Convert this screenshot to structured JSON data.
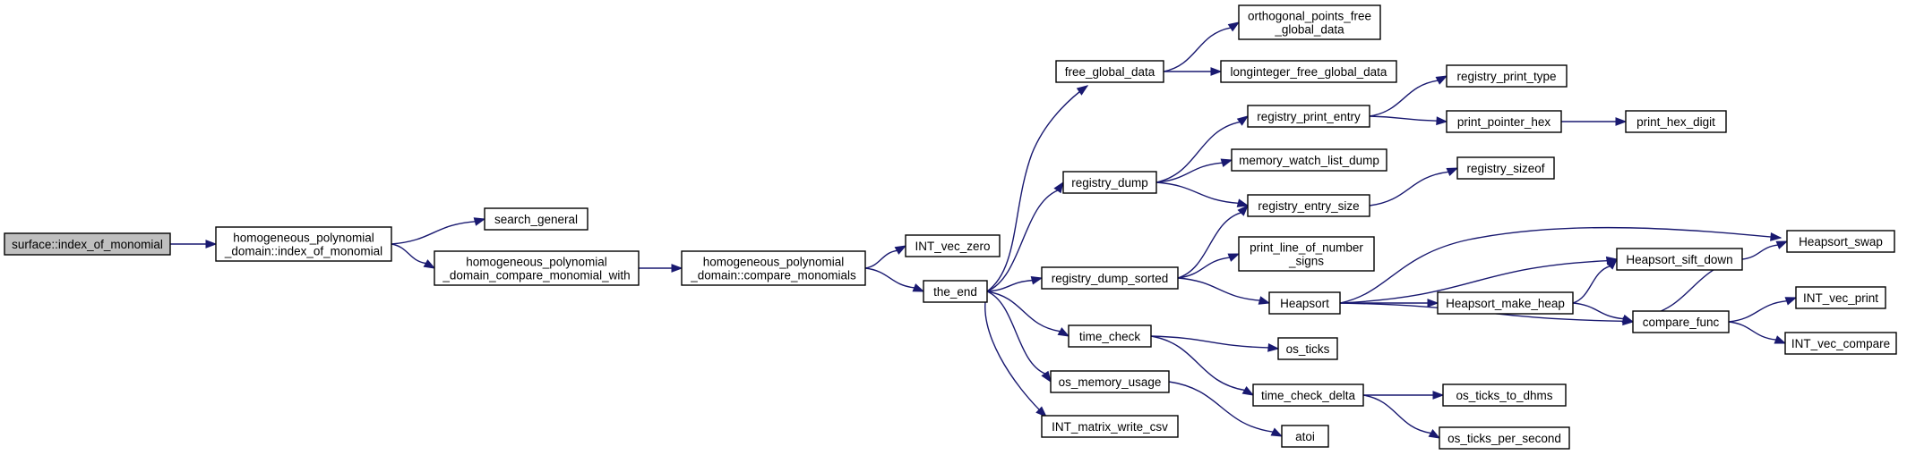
{
  "graph": {
    "nodes": [
      {
        "id": "surface_index",
        "lines": [
          "surface::index_of_monomial"
        ]
      },
      {
        "id": "hpd_index",
        "lines": [
          "homogeneous_polynomial",
          "_domain::index_of_monomial"
        ]
      },
      {
        "id": "search_general",
        "lines": [
          "search_general"
        ]
      },
      {
        "id": "hpd_compare_with",
        "lines": [
          "homogeneous_polynomial",
          "_domain_compare_monomial_with"
        ]
      },
      {
        "id": "hpd_compare",
        "lines": [
          "homogeneous_polynomial",
          "_domain::compare_monomials"
        ]
      },
      {
        "id": "int_vec_zero",
        "lines": [
          "INT_vec_zero"
        ]
      },
      {
        "id": "the_end",
        "lines": [
          "the_end"
        ]
      },
      {
        "id": "free_global_data",
        "lines": [
          "free_global_data"
        ]
      },
      {
        "id": "orthogonal_points",
        "lines": [
          "orthogonal_points_free",
          "_global_data"
        ]
      },
      {
        "id": "longinteger_free",
        "lines": [
          "longinteger_free_global_data"
        ]
      },
      {
        "id": "registry_dump",
        "lines": [
          "registry_dump"
        ]
      },
      {
        "id": "registry_print_entry",
        "lines": [
          "registry_print_entry"
        ]
      },
      {
        "id": "registry_print_type",
        "lines": [
          "registry_print_type"
        ]
      },
      {
        "id": "print_pointer_hex",
        "lines": [
          "print_pointer_hex"
        ]
      },
      {
        "id": "print_hex_digit",
        "lines": [
          "print_hex_digit"
        ]
      },
      {
        "id": "memory_watch",
        "lines": [
          "memory_watch_list_dump"
        ]
      },
      {
        "id": "registry_entry_size",
        "lines": [
          "registry_entry_size"
        ]
      },
      {
        "id": "registry_sizeof",
        "lines": [
          "registry_sizeof"
        ]
      },
      {
        "id": "registry_dump_sorted",
        "lines": [
          "registry_dump_sorted"
        ]
      },
      {
        "id": "print_line_of_number_signs",
        "lines": [
          "print_line_of_number",
          "_signs"
        ]
      },
      {
        "id": "heapsort",
        "lines": [
          "Heapsort"
        ]
      },
      {
        "id": "heapsort_swap",
        "lines": [
          "Heapsort_swap"
        ]
      },
      {
        "id": "heapsort_sift_down",
        "lines": [
          "Heapsort_sift_down"
        ]
      },
      {
        "id": "heapsort_make_heap",
        "lines": [
          "Heapsort_make_heap"
        ]
      },
      {
        "id": "compare_func",
        "lines": [
          "compare_func"
        ]
      },
      {
        "id": "int_vec_print",
        "lines": [
          "INT_vec_print"
        ]
      },
      {
        "id": "int_vec_compare",
        "lines": [
          "INT_vec_compare"
        ]
      },
      {
        "id": "time_check",
        "lines": [
          "time_check"
        ]
      },
      {
        "id": "os_ticks",
        "lines": [
          "os_ticks"
        ]
      },
      {
        "id": "time_check_delta",
        "lines": [
          "time_check_delta"
        ]
      },
      {
        "id": "os_ticks_to_dhms",
        "lines": [
          "os_ticks_to_dhms"
        ]
      },
      {
        "id": "os_ticks_per_second",
        "lines": [
          "os_ticks_per_second"
        ]
      },
      {
        "id": "os_memory_usage",
        "lines": [
          "os_memory_usage"
        ]
      },
      {
        "id": "atoi",
        "lines": [
          "atoi"
        ]
      },
      {
        "id": "int_matrix_write_csv",
        "lines": [
          "INT_matrix_write_csv"
        ]
      }
    ],
    "edges": [
      [
        "surface_index",
        "hpd_index"
      ],
      [
        "hpd_index",
        "search_general"
      ],
      [
        "hpd_index",
        "hpd_compare_with"
      ],
      [
        "hpd_compare_with",
        "hpd_compare"
      ],
      [
        "hpd_compare",
        "int_vec_zero"
      ],
      [
        "hpd_compare",
        "the_end"
      ],
      [
        "the_end",
        "free_global_data"
      ],
      [
        "the_end",
        "registry_dump"
      ],
      [
        "the_end",
        "registry_dump_sorted"
      ],
      [
        "the_end",
        "time_check"
      ],
      [
        "the_end",
        "os_memory_usage"
      ],
      [
        "the_end",
        "int_matrix_write_csv"
      ],
      [
        "free_global_data",
        "orthogonal_points"
      ],
      [
        "free_global_data",
        "longinteger_free"
      ],
      [
        "registry_dump",
        "registry_print_entry"
      ],
      [
        "registry_dump",
        "memory_watch"
      ],
      [
        "registry_dump",
        "registry_entry_size"
      ],
      [
        "registry_print_entry",
        "registry_print_type"
      ],
      [
        "registry_print_entry",
        "print_pointer_hex"
      ],
      [
        "print_pointer_hex",
        "print_hex_digit"
      ],
      [
        "registry_entry_size",
        "registry_sizeof"
      ],
      [
        "registry_dump_sorted",
        "registry_entry_size"
      ],
      [
        "registry_dump_sorted",
        "print_line_of_number_signs"
      ],
      [
        "registry_dump_sorted",
        "heapsort"
      ],
      [
        "heapsort",
        "heapsort_swap"
      ],
      [
        "heapsort",
        "heapsort_sift_down"
      ],
      [
        "heapsort",
        "heapsort_make_heap"
      ],
      [
        "heapsort",
        "compare_func"
      ],
      [
        "heapsort_sift_down",
        "heapsort_swap"
      ],
      [
        "heapsort_sift_down",
        "compare_func"
      ],
      [
        "heapsort_make_heap",
        "heapsort_sift_down"
      ],
      [
        "heapsort_make_heap",
        "compare_func"
      ],
      [
        "compare_func",
        "int_vec_print"
      ],
      [
        "compare_func",
        "int_vec_compare"
      ],
      [
        "time_check",
        "os_ticks"
      ],
      [
        "time_check",
        "time_check_delta"
      ],
      [
        "time_check_delta",
        "os_ticks_to_dhms"
      ],
      [
        "time_check_delta",
        "os_ticks_per_second"
      ],
      [
        "os_memory_usage",
        "atoi"
      ]
    ]
  }
}
